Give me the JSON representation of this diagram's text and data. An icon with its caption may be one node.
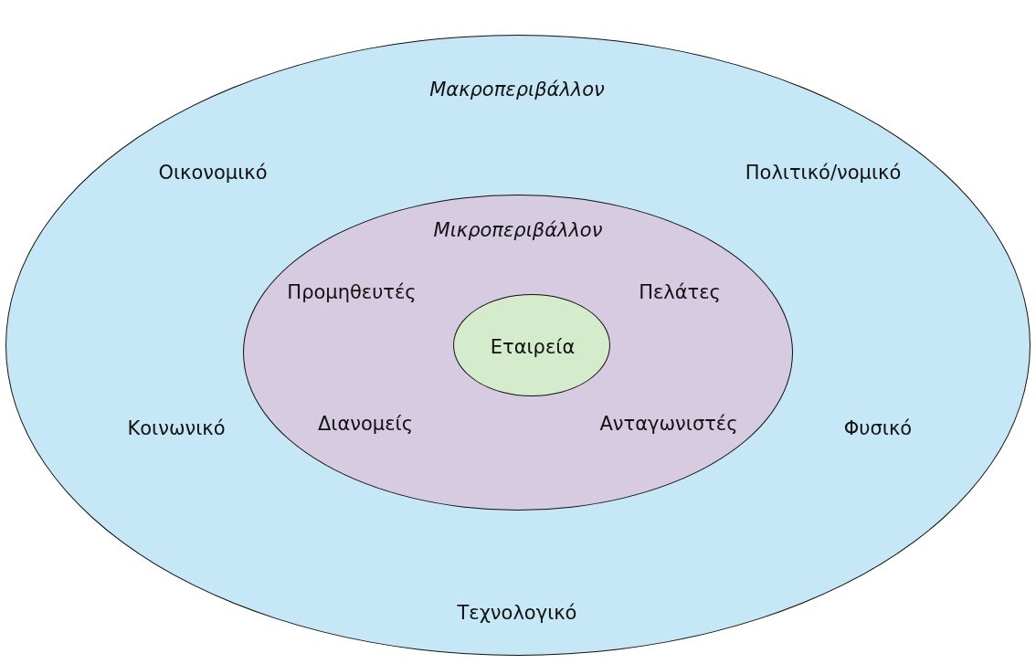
{
  "diagram": {
    "nodes": [
      {
        "text": [
          "Μακροπεριβάλλον",
          "Οικονομικό",
          "Πολιτικό/νομικό",
          "Κοινωνικό",
          "Φυσικό",
          "Τεχνολογικό"
        ]
      },
      {
        "text": [
          "Μικροπεριβάλλον",
          "Προμηθευτές",
          "Πελάτες",
          "Διανομείς",
          "Ανταγωνιστές"
        ],
        "in": 0
      },
      {
        "text": [
          "Εταιρεία"
        ],
        "in": 1
      }
    ]
  }
}
